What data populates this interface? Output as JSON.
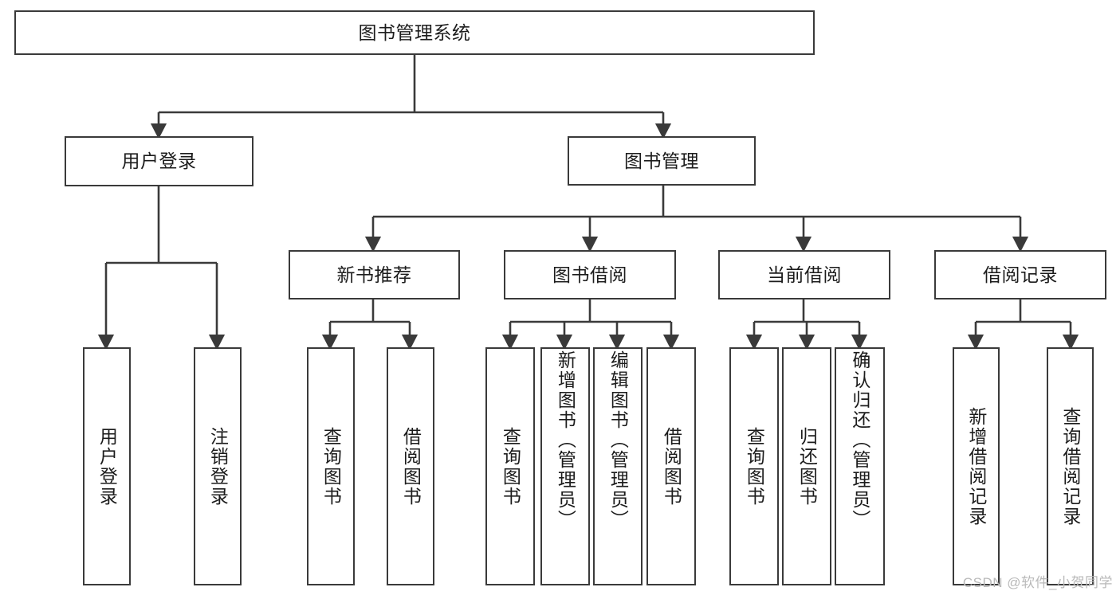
{
  "diagram": {
    "title": "图书管理系统",
    "watermark": "CSDN @软件_小贺同学",
    "root": {
      "label": "图书管理系统"
    },
    "level2": [
      {
        "label": "用户登录"
      },
      {
        "label": "图书管理"
      }
    ],
    "level3": [
      {
        "label": "新书推荐"
      },
      {
        "label": "图书借阅"
      },
      {
        "label": "当前借阅"
      },
      {
        "label": "借阅记录"
      }
    ],
    "leaves": {
      "user_login": [
        {
          "label": "用户登录"
        },
        {
          "label": "注销登录"
        }
      ],
      "new_book": [
        {
          "label": "查询图书"
        },
        {
          "label": "借阅图书"
        }
      ],
      "book_borrow": [
        {
          "label": "查询图书"
        },
        {
          "label": "新增图书（管理员）"
        },
        {
          "label": "编辑图书（管理员）"
        },
        {
          "label": "借阅图书"
        }
      ],
      "current_borrow": [
        {
          "label": "查询图书"
        },
        {
          "label": "归还图书"
        },
        {
          "label": "确认归还（管理员）"
        }
      ],
      "borrow_record": [
        {
          "label": "新增借阅记录"
        },
        {
          "label": "查询借阅记录"
        }
      ]
    },
    "colors": {
      "border": "#3a3a3a",
      "text": "#1c1c1c",
      "background": "#ffffff",
      "watermark": "#b9b9b9"
    }
  }
}
